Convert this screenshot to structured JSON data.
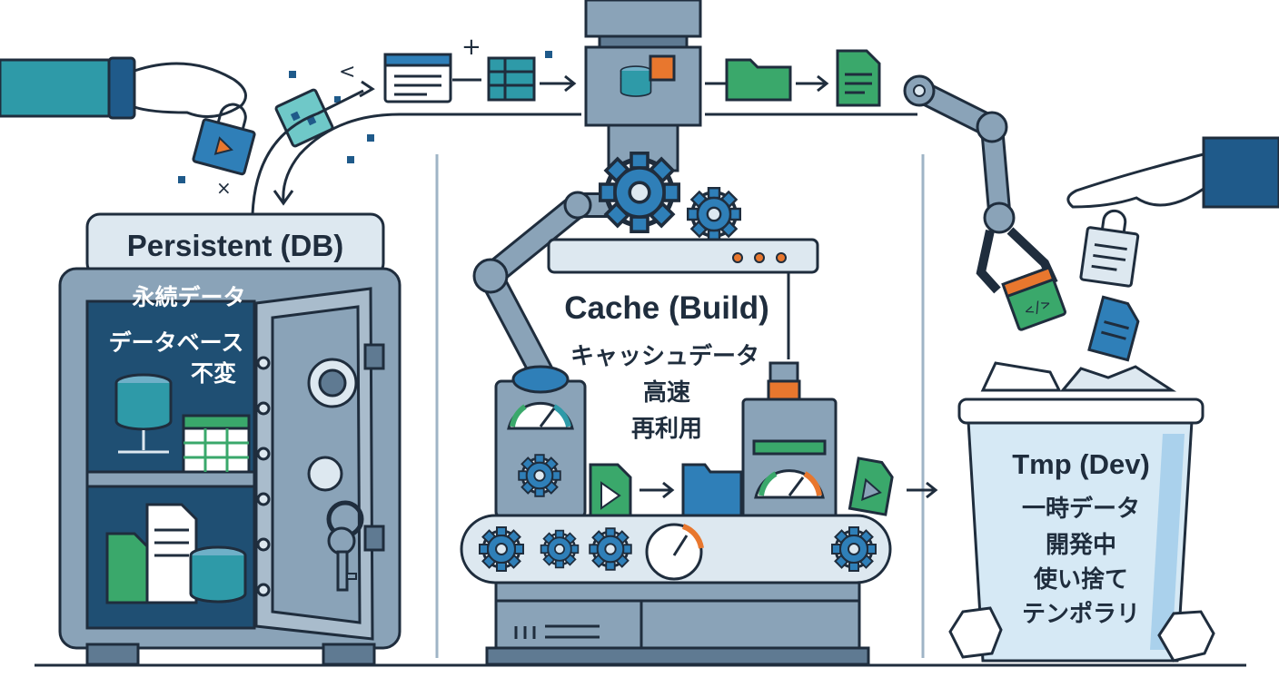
{
  "sections": [
    {
      "id": "persistent",
      "title": "Persistent (DB)",
      "lines": [
        "永続データ",
        "データベース",
        "不変"
      ]
    },
    {
      "id": "cache",
      "title": "Cache (Build)",
      "lines": [
        "キャッシュデータ",
        "高速",
        "再利用"
      ]
    },
    {
      "id": "tmp",
      "title": "Tmp (Dev)",
      "lines": [
        "一時データ",
        "開発中",
        "使い捨て",
        "テンポラリ"
      ]
    }
  ],
  "symbols": {
    "plus": "+",
    "cross": "×",
    "less_than": "<",
    "code_tag": "</>"
  },
  "icons": [
    "hand-icon",
    "database-icon",
    "spreadsheet-icon",
    "document-icon",
    "folder-icon",
    "gear-icon",
    "gauge-icon",
    "key-icon",
    "play-file-icon",
    "code-file-icon",
    "robot-arm-icon",
    "trash-bin-icon",
    "vault-icon"
  ],
  "colors": {
    "outline": "#1f2d3d",
    "steel": "#8aa3b8",
    "steel_dark": "#5f7a92",
    "panel": "#dde8f0",
    "teal": "#2e9aa8",
    "green": "#3aa86b",
    "orange": "#e8772e",
    "blue": "#2f7fb8",
    "navy": "#1f5a8a"
  }
}
